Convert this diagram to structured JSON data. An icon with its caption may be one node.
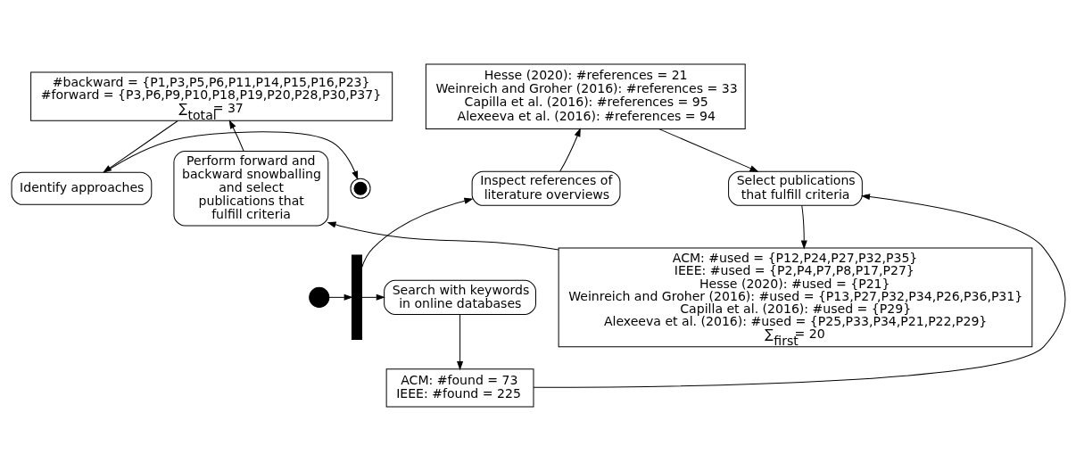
{
  "diagram": {
    "nodes": [
      {
        "text": [],
        "shape": "circle"
      },
      {
        "text": [],
        "shape": "bar"
      },
      {
        "text": [
          "Inspect references of literature overviews"
        ]
      },
      {
        "text": [
          "Search with keywords in online databases"
        ]
      },
      {
        "text": [
          "Hesse (2020): #references = 21",
          "Weinreich and Groher (2016): #references = 33",
          "Capilla et al. (2016): #references = 95",
          "Alexeeva et al. (2016): #references = 94"
        ]
      },
      {
        "text": [
          "ACM: #found = 73",
          "IEEE: #found = 225"
        ]
      },
      {
        "text": [
          "Select publications that fulfill criteria"
        ]
      },
      {
        "text": [
          "ACM: #used = {P12,P24,P27,P32,P35}",
          "IEEE: #used = {P2,P4,P7,P8,P17,P27}",
          "Hesse (2020): #used = {P21}",
          "Weinreich and Groher (2016): #used = {P13,P27,P32,P34,P26,P36,P31}",
          "Capilla et al. (2016): #used = {P29}",
          "Alexeeva et al. (2016): #used = {P25,P33,P34,P21,P22,P29}",
          "∑$_{first}$= 20"
        ]
      },
      {
        "text": [
          "Perform forward and backward snowballing and select publications that fulfill criteria"
        ]
      },
      {
        "text": [
          "#backward = {P1,P3,P5,P6,P11,P14,P15,P16,P23}",
          "#forward = {P3,P6,P9,P10,P18,P19,P20,P28,P30,P37}",
          "∑$_{total}$= 37"
        ]
      },
      {
        "text": [
          "Identify approaches"
        ]
      },
      {
        "text": [],
        "shape": "circle"
      }
    ],
    "edges": [
      {
        "from": 0,
        "to": 1,
        "arrow": "to"
      },
      {
        "from": 1,
        "to": 2,
        "arrow": "to"
      },
      {
        "from": 1,
        "to": 3,
        "arrow": "to"
      },
      {
        "from": 2,
        "to": 4,
        "arrow": "to"
      },
      {
        "from": 3,
        "to": 5,
        "arrow": "to"
      },
      {
        "from": 4,
        "to": 6,
        "arrow": "to"
      },
      {
        "from": 5,
        "to": 6,
        "arrow": "to"
      },
      {
        "from": 6,
        "to": 7,
        "arrow": "to"
      },
      {
        "from": 7,
        "to": 8,
        "arrow": "to"
      },
      {
        "from": 8,
        "to": 9,
        "arrow": "to"
      },
      {
        "from": 9,
        "to": 10,
        "arrow": "to"
      },
      {
        "from": 10,
        "to": 11,
        "arrow": "to"
      }
    ]
  }
}
